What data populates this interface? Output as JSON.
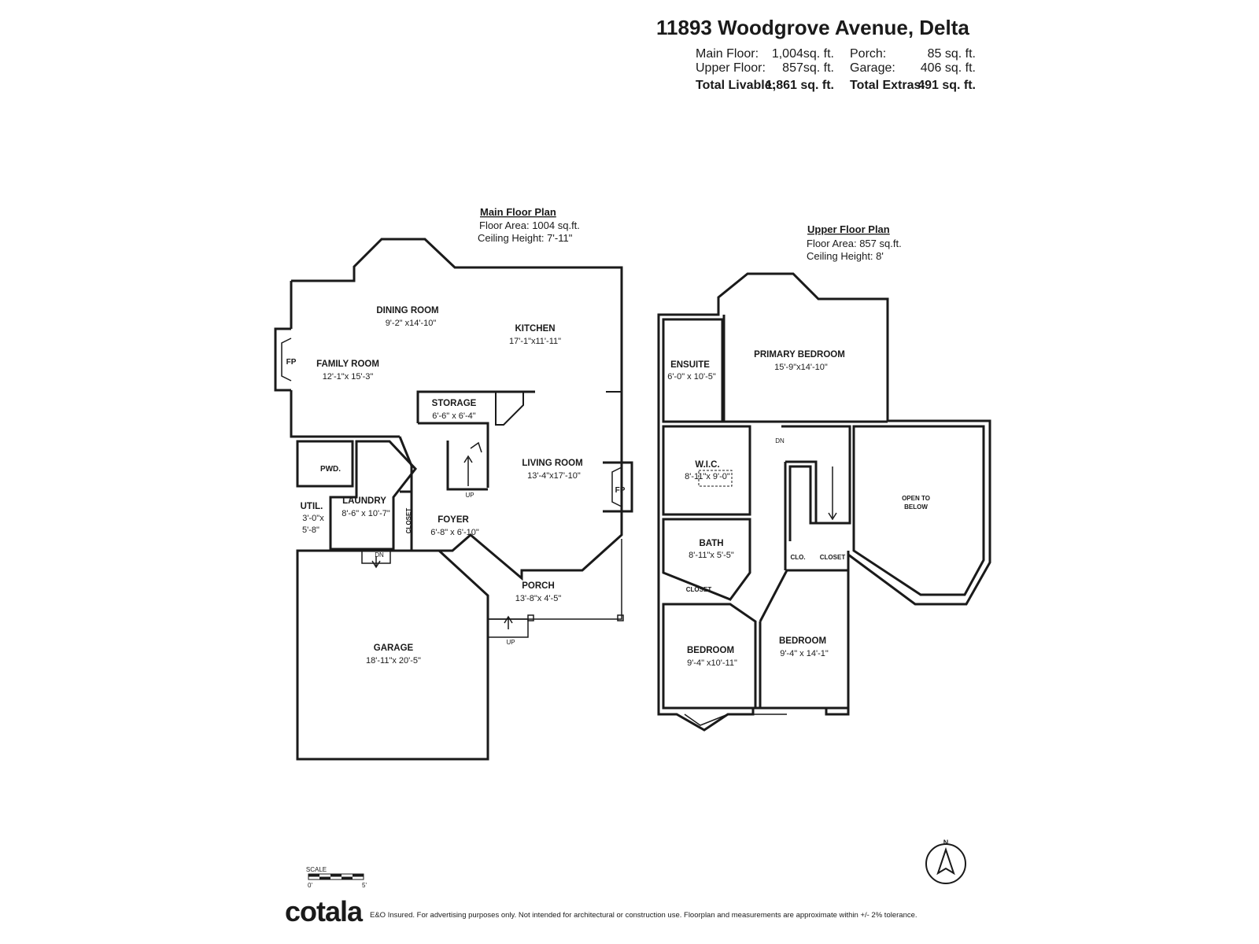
{
  "header": {
    "address": "11893 Woodgrove Avenue, Delta",
    "rows": [
      {
        "l_label": "Main Floor:",
        "l_value": "1,004sq. ft.",
        "r_label": "Porch:",
        "r_value": "85 sq. ft."
      },
      {
        "l_label": "Upper Floor:",
        "l_value": "857sq. ft.",
        "r_label": "Garage:",
        "r_value": "406 sq. ft."
      },
      {
        "l_label": "Total Livable:",
        "l_value": "1,861 sq. ft.",
        "r_label": "Total Extras:",
        "r_value": "491 sq. ft."
      }
    ]
  },
  "main_floor": {
    "heading": "Main Floor Plan",
    "area": "Floor Area: 1004 sq.ft.",
    "ceiling": "Ceiling Height: 7'-11\"",
    "rooms": {
      "dining": {
        "name": "DINING ROOM",
        "dims": "9'-2\" x14'-10\""
      },
      "kitchen": {
        "name": "KITCHEN",
        "dims": "17'-1\"x11'-11\""
      },
      "family": {
        "name": "FAMILY ROOM",
        "dims": "12'-1\"x 15'-3\""
      },
      "storage": {
        "name": "STORAGE",
        "dims": "6'-6\" x 6'-4\""
      },
      "living": {
        "name": "LIVING ROOM",
        "dims": "13'-4\"x17'-10\""
      },
      "pwd": {
        "name": "PWD."
      },
      "laundry": {
        "name": "LAUNDRY",
        "dims": "8'-6\" x 10'-7\""
      },
      "util": {
        "name": "UTIL.",
        "dims1": "3'-0\"x",
        "dims2": "5'-8\""
      },
      "closet": {
        "name": "CLOSET"
      },
      "foyer": {
        "name": "FOYER",
        "dims": "6'-8\" x 6'-10\""
      },
      "porch": {
        "name": "PORCH",
        "dims": "13'-8\"x 4'-5\""
      },
      "garage": {
        "name": "GARAGE",
        "dims": "18'-11\"x 20'-5\""
      }
    },
    "fp1": "FP",
    "fp2": "FP",
    "up1": "UP",
    "up2": "UP",
    "dn": "DN"
  },
  "upper_floor": {
    "heading": "Upper Floor Plan",
    "area": "Floor Area: 857 sq.ft.",
    "ceiling": "Ceiling Height: 8'",
    "rooms": {
      "ensuite": {
        "name": "ENSUITE",
        "dims": "6'-0\" x 10'-5\""
      },
      "primary": {
        "name": "PRIMARY BEDROOM",
        "dims": "15'-9\"x14'-10\""
      },
      "wic": {
        "name": "W.I.C.",
        "dims": "8'-11\"x 9'-0\""
      },
      "bath": {
        "name": "BATH",
        "dims": "8'-11\"x 5'-5\""
      },
      "closet1": {
        "name": "CLOSET"
      },
      "clo": {
        "name": "CLO."
      },
      "closet2": {
        "name": "CLOSET"
      },
      "open1": "OPEN TO",
      "open2": "BELOW",
      "bed1": {
        "name": "BEDROOM",
        "dims": "9'-4\" x10'-11\""
      },
      "bed2": {
        "name": "BEDROOM",
        "dims": "9'-4\" x 14'-1\""
      }
    },
    "dn": "DN"
  },
  "scale": {
    "label": "SCALE",
    "start": "0'",
    "end": "5'"
  },
  "compass": "N",
  "footer": {
    "logo": "cotala",
    "disclaimer": "E&O Insured. For advertising purposes only. Not intended for architectural or construction use. Floorplan and measurements are approximate within +/- 2% tolerance."
  }
}
